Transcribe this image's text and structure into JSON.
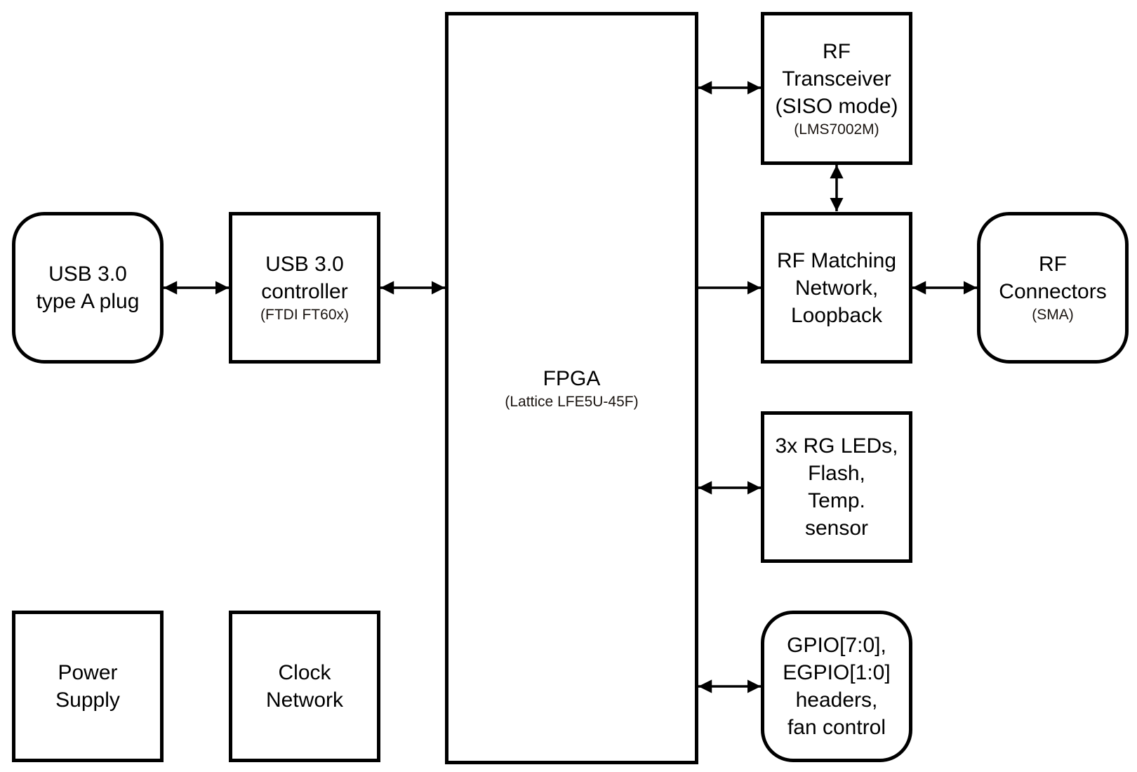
{
  "diagram": {
    "blocks": {
      "usb_plug": {
        "title": "USB 3.0\ntype A plug",
        "shape": "rounded"
      },
      "usb_controller": {
        "title": "USB 3.0\ncontroller",
        "subtitle": "(FTDI FT60x)",
        "shape": "rectangle"
      },
      "fpga": {
        "title": "FPGA",
        "subtitle": "(Lattice LFE5U-45F)",
        "shape": "rectangle"
      },
      "rf_transceiver": {
        "title": "RF\nTransceiver\n(SISO mode)",
        "subtitle": "(LMS7002M)",
        "shape": "rectangle"
      },
      "rf_matching": {
        "title": "RF Matching\nNetwork,\nLoopback",
        "shape": "rectangle"
      },
      "rf_connectors": {
        "title": "RF\nConnectors",
        "subtitle": "(SMA)",
        "shape": "rounded"
      },
      "leds_flash_temp": {
        "title": "3x RG LEDs,\nFlash,\nTemp.\nsensor",
        "shape": "rectangle"
      },
      "gpio": {
        "title": "GPIO[7:0],\nEGPIO[1:0]\nheaders,\nfan control",
        "shape": "rounded"
      },
      "power_supply": {
        "title": "Power\nSupply",
        "shape": "rectangle"
      },
      "clock_network": {
        "title": "Clock\nNetwork",
        "shape": "rectangle"
      }
    },
    "connections": [
      {
        "from": "usb_plug",
        "to": "usb_controller",
        "direction": "bidirectional"
      },
      {
        "from": "usb_controller",
        "to": "fpga",
        "direction": "bidirectional"
      },
      {
        "from": "fpga",
        "to": "rf_transceiver",
        "direction": "bidirectional"
      },
      {
        "from": "rf_transceiver",
        "to": "rf_matching",
        "direction": "bidirectional"
      },
      {
        "from": "fpga",
        "to": "rf_matching",
        "direction": "forward"
      },
      {
        "from": "rf_matching",
        "to": "rf_connectors",
        "direction": "bidirectional"
      },
      {
        "from": "fpga",
        "to": "leds_flash_temp",
        "direction": "bidirectional"
      },
      {
        "from": "fpga",
        "to": "gpio",
        "direction": "bidirectional"
      }
    ]
  }
}
